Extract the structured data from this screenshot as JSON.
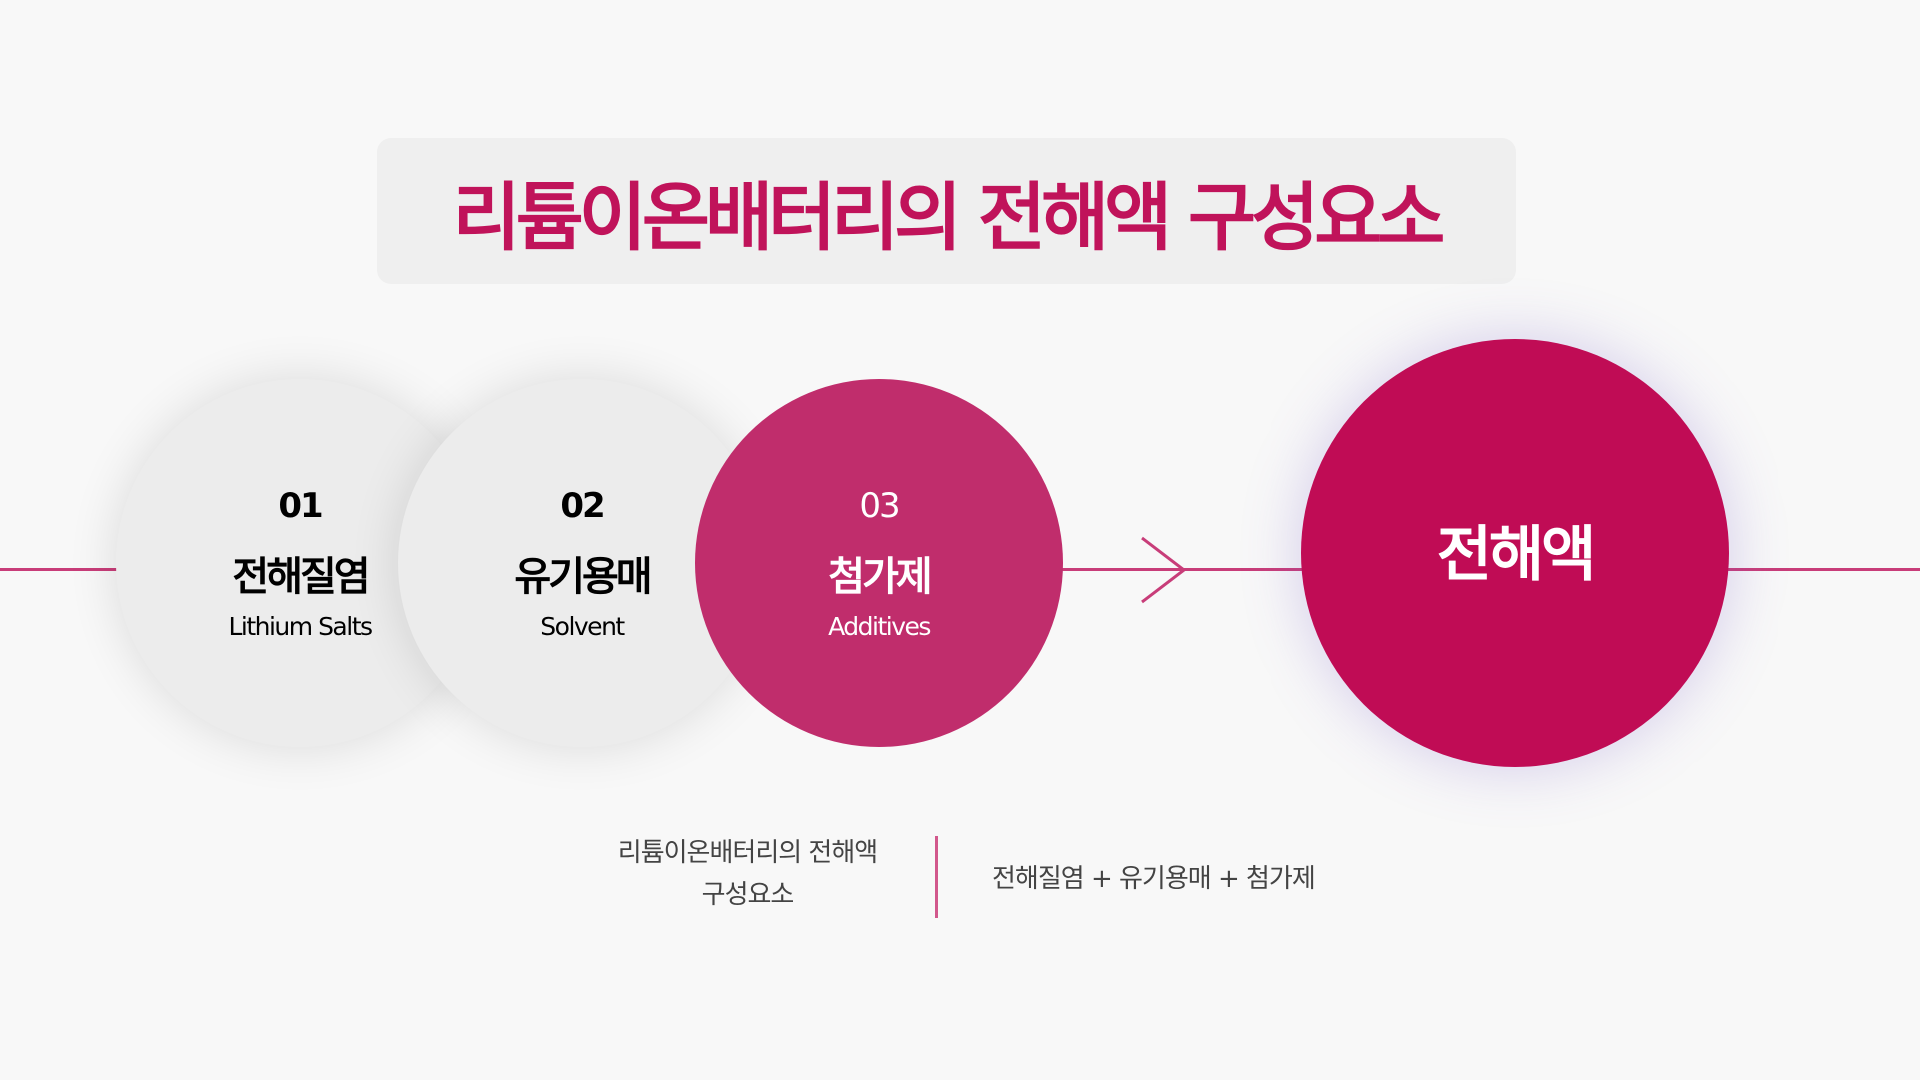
{
  "title": "리튬이온배터리의 전해액 구성요소",
  "components": [
    {
      "number": "01",
      "name_ko": "전해질염",
      "name_en": "Lithium Salts"
    },
    {
      "number": "02",
      "name_ko": "유기용매",
      "name_en": "Solvent"
    },
    {
      "number": "03",
      "name_ko": "첨가제",
      "name_en": "Additives"
    }
  ],
  "result": "전해액",
  "caption": {
    "left_line1": "리튬이온배터리의 전해액",
    "left_line2": "구성요소",
    "right": "전해질염 + 유기용매 + 첨가제"
  },
  "colors": {
    "accent": "#c00c55",
    "accent_light": "#c02d6c",
    "grey": "#ececec",
    "line": "#c83d79"
  }
}
